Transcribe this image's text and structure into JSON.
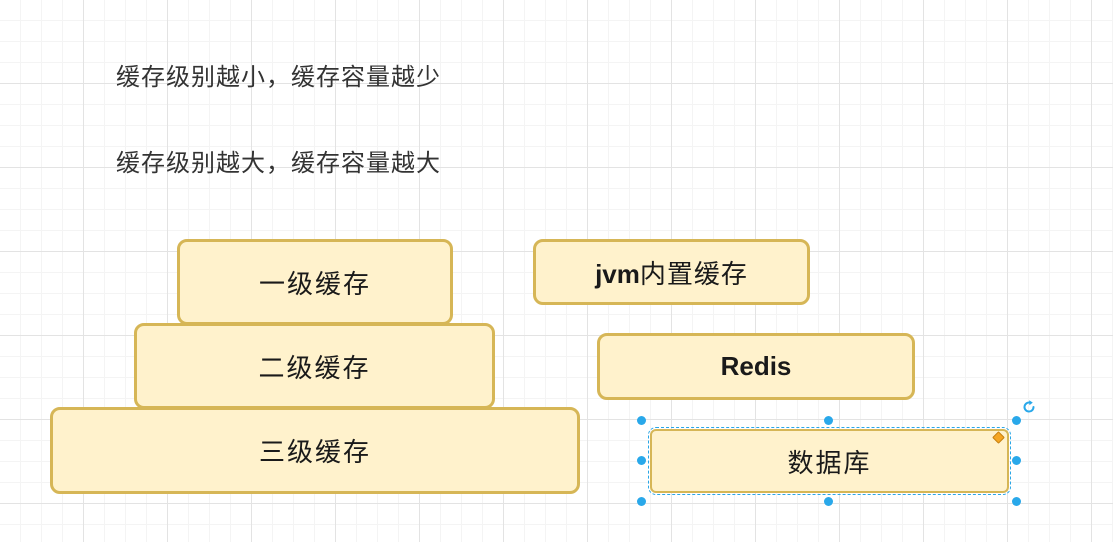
{
  "notes": {
    "line1": "缓存级别越小，缓存容量越少",
    "line2": "缓存级别越大，缓存容量越大"
  },
  "pyramid": {
    "level1": "一级缓存",
    "level2": "二级缓存",
    "level3": "三级缓存"
  },
  "stack": {
    "jvm_prefix": "jvm",
    "jvm_suffix": "内置缓存",
    "redis": "Redis",
    "database": "数据库"
  },
  "colors": {
    "box_fill": "#fff2cc",
    "box_border": "#d6b656",
    "selection_handle": "#29a8ea",
    "corner_handle": "#f5a623"
  },
  "icons": [
    "rotate-icon"
  ]
}
